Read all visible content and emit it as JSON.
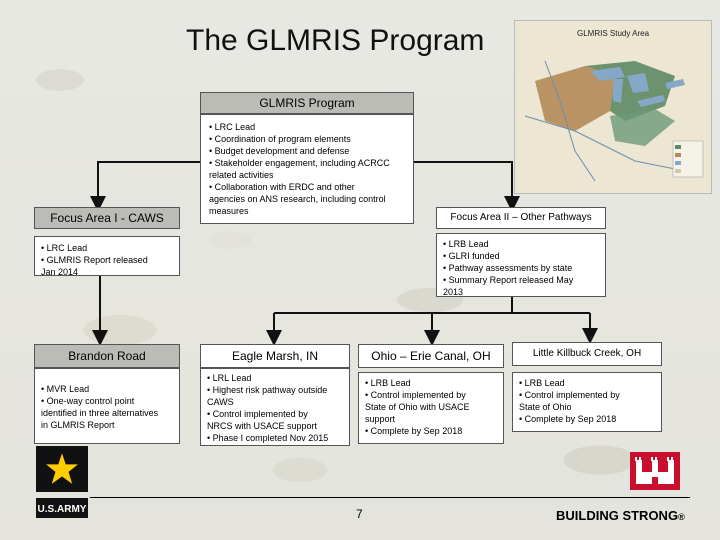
{
  "title": "The GLMRIS Program",
  "map": {
    "title": "GLMRIS Study Area",
    "colors": {
      "water": "#86a8c8",
      "great_lakes_basin": "#5a7d5e",
      "mississippi_basin": "#a87a4a",
      "land": "#ece6d3"
    }
  },
  "program": {
    "header": "GLMRIS Program",
    "bullets": [
      "• LRC Lead",
      "• Coordination of program elements",
      "• Budget development and defense",
      "• Stakeholder engagement, including ACRCC",
      "related activities",
      "• Collaboration with ERDC and other",
      "agencies on ANS research, including control",
      "measures"
    ]
  },
  "focus1": {
    "header": "Focus Area I - CAWS",
    "bullets": [
      "• LRC Lead",
      "• GLMRIS Report released",
      "Jan 2014"
    ]
  },
  "focus2": {
    "header": "Focus Area II – Other Pathways",
    "bullets": [
      "• LRB Lead",
      "• GLRI funded",
      "• Pathway assessments by state",
      "• Summary Report released May",
      "2013"
    ]
  },
  "brandon": {
    "header": "Brandon Road",
    "bullets": [
      "• MVR Lead",
      "• One-way control point",
      "identified in three alternatives",
      "in GLMRIS Report"
    ]
  },
  "eagle": {
    "header": "Eagle Marsh, IN",
    "bullets": [
      "• LRL Lead",
      "• Highest risk pathway outside",
      "CAWS",
      "• Control implemented by",
      "NRCS with USACE support",
      "• Phase I completed Nov 2015"
    ]
  },
  "ohio": {
    "header": "Ohio – Erie Canal, OH",
    "bullets": [
      "• LRB Lead",
      "• Control implemented by",
      "State of Ohio with USACE",
      "support",
      "• Complete by Sep 2018"
    ]
  },
  "killbuck": {
    "header": "Little Killbuck Creek, OH",
    "bullets": [
      "• LRB Lead",
      "• Control implemented by",
      "State of Ohio",
      "• Complete by Sep 2018"
    ]
  },
  "footer": {
    "page_number": "7",
    "tagline": "BUILDING STRONG",
    "registered": "®",
    "army_logo_text": "U.S.ARMY"
  }
}
